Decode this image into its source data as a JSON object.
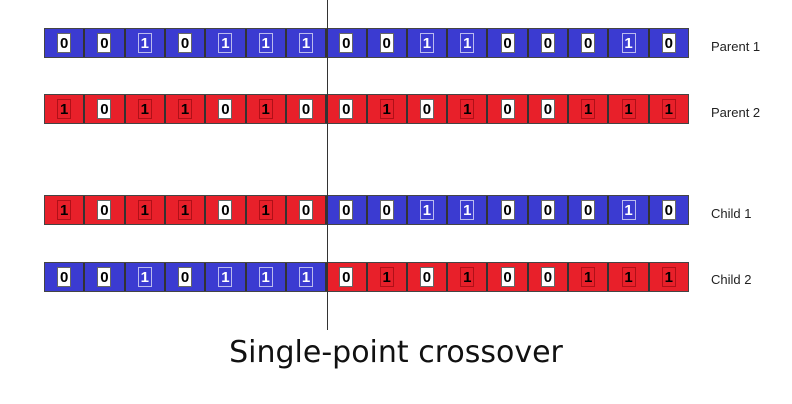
{
  "rows": [
    {
      "label": "Parent 1",
      "bits": [
        "0",
        "0",
        "1",
        "0",
        "1",
        "1",
        "1",
        "0",
        "0",
        "1",
        "1",
        "0",
        "0",
        "0",
        "1",
        "0"
      ],
      "colors": [
        "blue",
        "blue",
        "blue",
        "blue",
        "blue",
        "blue",
        "blue",
        "blue",
        "blue",
        "blue",
        "blue",
        "blue",
        "blue",
        "blue",
        "blue",
        "blue"
      ]
    },
    {
      "label": "Parent 2",
      "bits": [
        "1",
        "0",
        "1",
        "1",
        "0",
        "1",
        "0",
        "0",
        "1",
        "0",
        "1",
        "0",
        "0",
        "1",
        "1",
        "1"
      ],
      "colors": [
        "red",
        "red",
        "red",
        "red",
        "red",
        "red",
        "red",
        "red",
        "red",
        "red",
        "red",
        "red",
        "red",
        "red",
        "red",
        "red"
      ]
    },
    {
      "label": "Child 1",
      "bits": [
        "1",
        "0",
        "1",
        "1",
        "0",
        "1",
        "0",
        "0",
        "0",
        "1",
        "1",
        "0",
        "0",
        "0",
        "1",
        "0"
      ],
      "colors": [
        "red",
        "red",
        "red",
        "red",
        "red",
        "red",
        "red",
        "blue",
        "blue",
        "blue",
        "blue",
        "blue",
        "blue",
        "blue",
        "blue",
        "blue"
      ]
    },
    {
      "label": "Child 2",
      "bits": [
        "0",
        "0",
        "1",
        "0",
        "1",
        "1",
        "1",
        "0",
        "1",
        "0",
        "1",
        "0",
        "0",
        "1",
        "1",
        "1"
      ],
      "colors": [
        "blue",
        "blue",
        "blue",
        "blue",
        "blue",
        "blue",
        "blue",
        "red",
        "red",
        "red",
        "red",
        "red",
        "red",
        "red",
        "red",
        "red"
      ]
    }
  ],
  "caption": "Single-point crossover",
  "colors": {
    "blue": "#3b3bd1",
    "red": "#e8202a"
  }
}
